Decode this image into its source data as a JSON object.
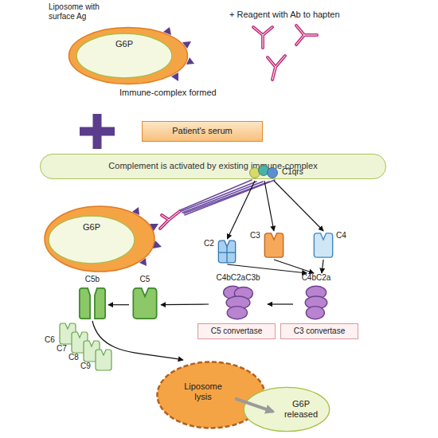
{
  "diagram": {
    "nodes": [
      {
        "text": [
          "Liposome with surface Ag"
        ]
      },
      {
        "text": [
          "G6P"
        ],
        "in": 0
      },
      {
        "text": [
          "Patient's serum"
        ]
      },
      {
        "text": [
          "Complement is activated by existing immune-complex"
        ]
      },
      {
        "text": [
          "G6P"
        ]
      },
      {
        "text": [
          "C1qrs"
        ]
      },
      {
        "text": [
          "C2"
        ]
      },
      {
        "text": [
          "C3"
        ]
      },
      {
        "text": [
          "C4"
        ]
      },
      {
        "text": [
          "C4bC2aC3b"
        ]
      },
      {
        "text": [
          "C4bC2a"
        ]
      },
      {
        "text": [
          "C5 convertase"
        ]
      },
      {
        "text": [
          "C3 convertase"
        ]
      },
      {
        "text": [
          "C5b"
        ]
      },
      {
        "text": [
          "C5"
        ]
      },
      {
        "text": [
          "C6"
        ]
      },
      {
        "text": [
          "C7"
        ]
      },
      {
        "text": [
          "C8"
        ]
      },
      {
        "text": [
          "C9"
        ]
      },
      {
        "text": [
          "Liposome lysis"
        ]
      },
      {
        "text": [
          "G6P released"
        ]
      }
    ],
    "edges": [
      {
        "from": 5,
        "to": 6,
        "arrow": "to"
      },
      {
        "from": 5,
        "to": 7,
        "arrow": "to"
      },
      {
        "from": 5,
        "to": 8,
        "arrow": "to"
      },
      {
        "from": 6,
        "to": 10,
        "arrow": "to"
      },
      {
        "from": 7,
        "to": 10,
        "arrow": "to"
      },
      {
        "from": 8,
        "to": 10,
        "arrow": "to"
      },
      {
        "from": 10,
        "to": 9,
        "arrow": "to"
      },
      {
        "from": 9,
        "to": 14,
        "arrow": "to"
      },
      {
        "from": 14,
        "to": 13,
        "arrow": "to"
      },
      {
        "from": 13,
        "to": 19,
        "arrow": "to"
      },
      {
        "from": 19,
        "to": 20,
        "arrow": "to"
      }
    ],
    "labels": [
      "+ Reagent with Ab to hapten",
      "Immune-complex formed"
    ]
  }
}
